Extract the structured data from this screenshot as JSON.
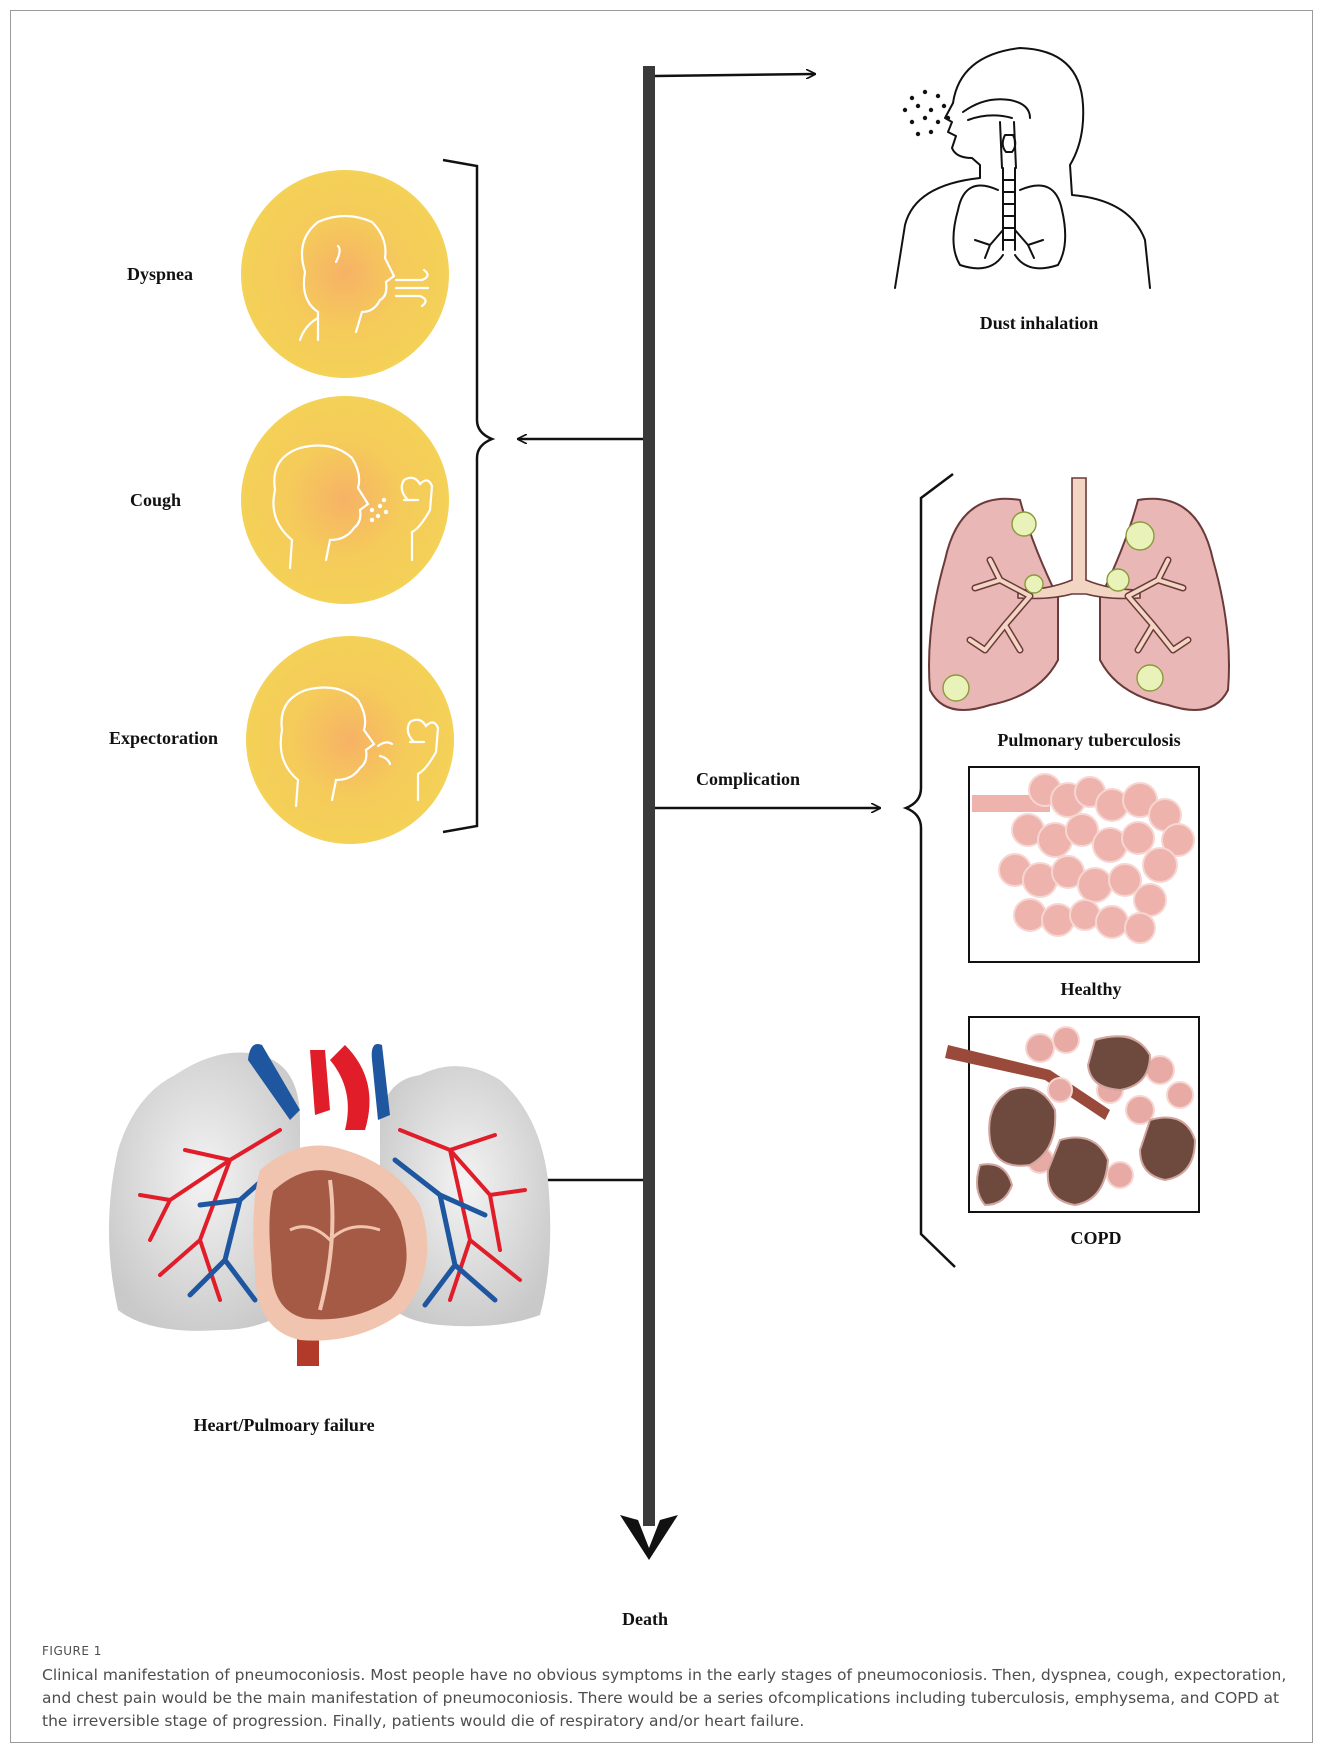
{
  "symptoms": {
    "dyspnea": "Dyspnea",
    "cough": "Cough",
    "expectoration": "Expectoration"
  },
  "stages": {
    "dust_inhalation": "Dust inhalation",
    "complication": "Complication",
    "heart_failure": "Heart/Pulmoary failure",
    "death": "Death"
  },
  "complications": {
    "tuberculosis": "Pulmonary tuberculosis",
    "healthy": "Healthy",
    "copd": "COPD"
  },
  "figure": {
    "label": "FIGURE 1",
    "caption": "Clinical manifestation of pneumoconiosis. Most people have no obvious symptoms in the early stages of pneumoconiosis. Then, dyspnea, cough, expectoration, and chest pain would be the main manifestation of pneumoconiosis. There would be a series ofcomplications including tuberculosis, emphysema, and COPD at the irreversible stage of progression. Finally, patients would die of respiratory and/or heart failure."
  },
  "colors": {
    "timeline": "#3a3a3a",
    "symptom_circle": "#f4cc55",
    "lung_pink": "#e8b6b6",
    "tb_nodule": "#e9f2b8",
    "alveoli_pink": "#ecaaa6",
    "copd_dark": "#6e4a3e",
    "artery_red": "#e11d2a",
    "vein_blue": "#1f56a0",
    "heart_brown": "#a45a44"
  }
}
